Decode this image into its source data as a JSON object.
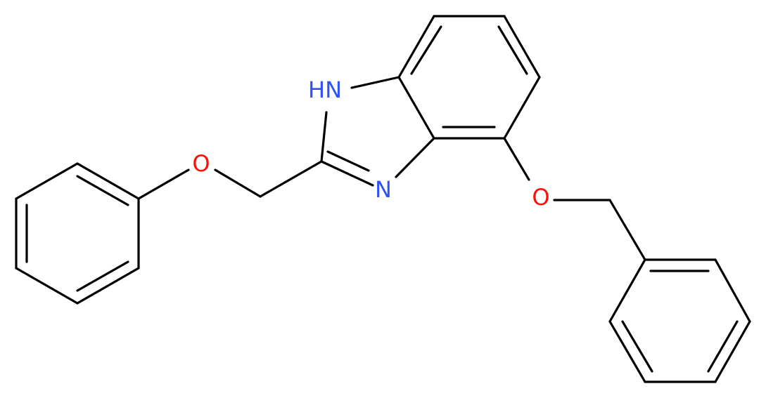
{
  "molecule": {
    "atoms": {
      "nh": {
        "text": "HN",
        "color": "#3050F8"
      },
      "n": {
        "text": "N",
        "color": "#3050F8"
      },
      "o_phenoxy": {
        "text": "O",
        "color": "#FF0D0D"
      },
      "o_benzyloxy": {
        "text": "O",
        "color": "#FF0D0D"
      }
    },
    "bond_color": "#000000"
  }
}
